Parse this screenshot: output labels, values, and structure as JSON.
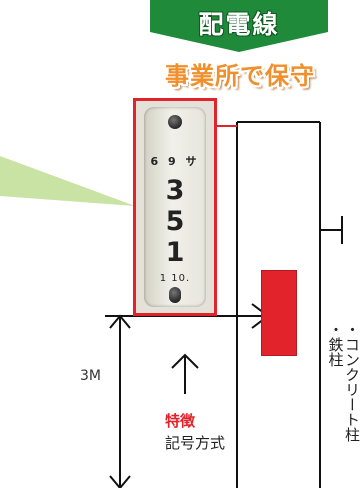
{
  "banner": {
    "title": "配電線",
    "color": "#1e8a3a"
  },
  "subtitle": {
    "text": "事業所で保守",
    "color": "#f08f2c"
  },
  "plate": {
    "line1": "6 9 サ",
    "line2": "3",
    "line3": "5",
    "line4": "1",
    "line5": "1 10.",
    "frame_color": "#e2232b"
  },
  "pole_label": {
    "line1": "コンクリート柱",
    "line2": "鉄柱"
  },
  "dimension": {
    "label": "3M"
  },
  "feature": {
    "title": "特徴",
    "text": "記号方式"
  },
  "colors": {
    "accent_red": "#e2232b",
    "callout_green": "#c9e3a4"
  }
}
